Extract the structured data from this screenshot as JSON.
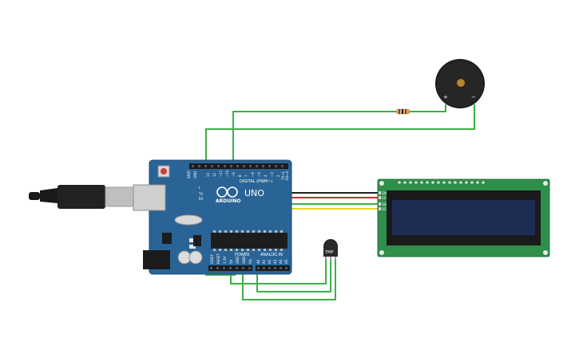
{
  "arduino": {
    "brand": "ARDUINO",
    "model": "UNO",
    "digital_label": "DIGITAL (PWM~)",
    "power_label": "POWER",
    "analog_label": "ANALOG IN",
    "tx_label": "TX",
    "rx_label": "RX",
    "l_label": "L",
    "aref_label": "AREF",
    "gnd_label": "GND",
    "digital_pins": [
      "13",
      "12",
      "~11",
      "~10",
      "~9",
      "8",
      "7",
      "~6",
      "~5",
      "4",
      "~3",
      "2",
      "TX→1",
      "RX←0"
    ],
    "power_pins": [
      "IOREF",
      "RESET",
      "3.3V",
      "5V",
      "GND",
      "GND",
      "Vin"
    ],
    "analog_pins": [
      "A0",
      "A1",
      "A2",
      "A3",
      "A4",
      "A5"
    ]
  },
  "lcd": {
    "pin_labels": [
      "GND",
      "VCC",
      "SDA",
      "SCL"
    ],
    "backlight_color": "#1f2d55"
  },
  "temp_sensor": {
    "label": "TMP"
  },
  "buzzer": {
    "plus_label": "+",
    "minus_label": "−"
  },
  "colors": {
    "board": "#2a6496",
    "lcd_pcb": "#2f8f4a",
    "wire_green": "#3cb043",
    "wire_red": "#d62828",
    "wire_black": "#222222",
    "wire_yellow": "#e6d31f"
  }
}
